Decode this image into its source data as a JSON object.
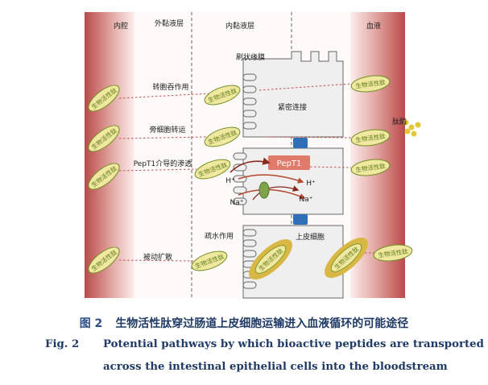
{
  "regions": {
    "lumen": "内腔",
    "outer_mucus": "外黏液层",
    "inner_mucus": "内黏液层",
    "blood": "血液"
  },
  "labels": {
    "brush_border": "刷状缘膜",
    "transcytosis": "转胞吞作用",
    "paracellular": "旁细胞转运",
    "tight_junction": "紧密连接",
    "pept1_mediated": "PepT1介导的渗透",
    "pept1": "PepT1",
    "h_plus": "H⁺",
    "na_plus": "Na⁺",
    "passive_diffusion": "被动扩散",
    "hydrophobic": "疏水作用",
    "epithelial_cell": "上皮细胞",
    "peptidase": "肽酶"
  },
  "peptide_label": "生物活性肽",
  "caption": {
    "zh_number": "图 2",
    "zh_text": "生物活性肽穿过肠道上皮细胞运输进入血液循环的可能途径",
    "en_number": "Fig. 2",
    "en_line1": "Potential pathways by which bioactive peptides are transported",
    "en_line2": "across the intestinal epithelial cells into the bloodstream"
  },
  "colors": {
    "wall_red": "#b94a48",
    "peptide_fill": "#f0e8a0",
    "peptide_border": "#6f8f1f",
    "cell_gray": "#efeff0",
    "junction_blue": "#2e6fb8",
    "pept1_red": "#e07a6a",
    "arrow_red": "#b7462f"
  }
}
